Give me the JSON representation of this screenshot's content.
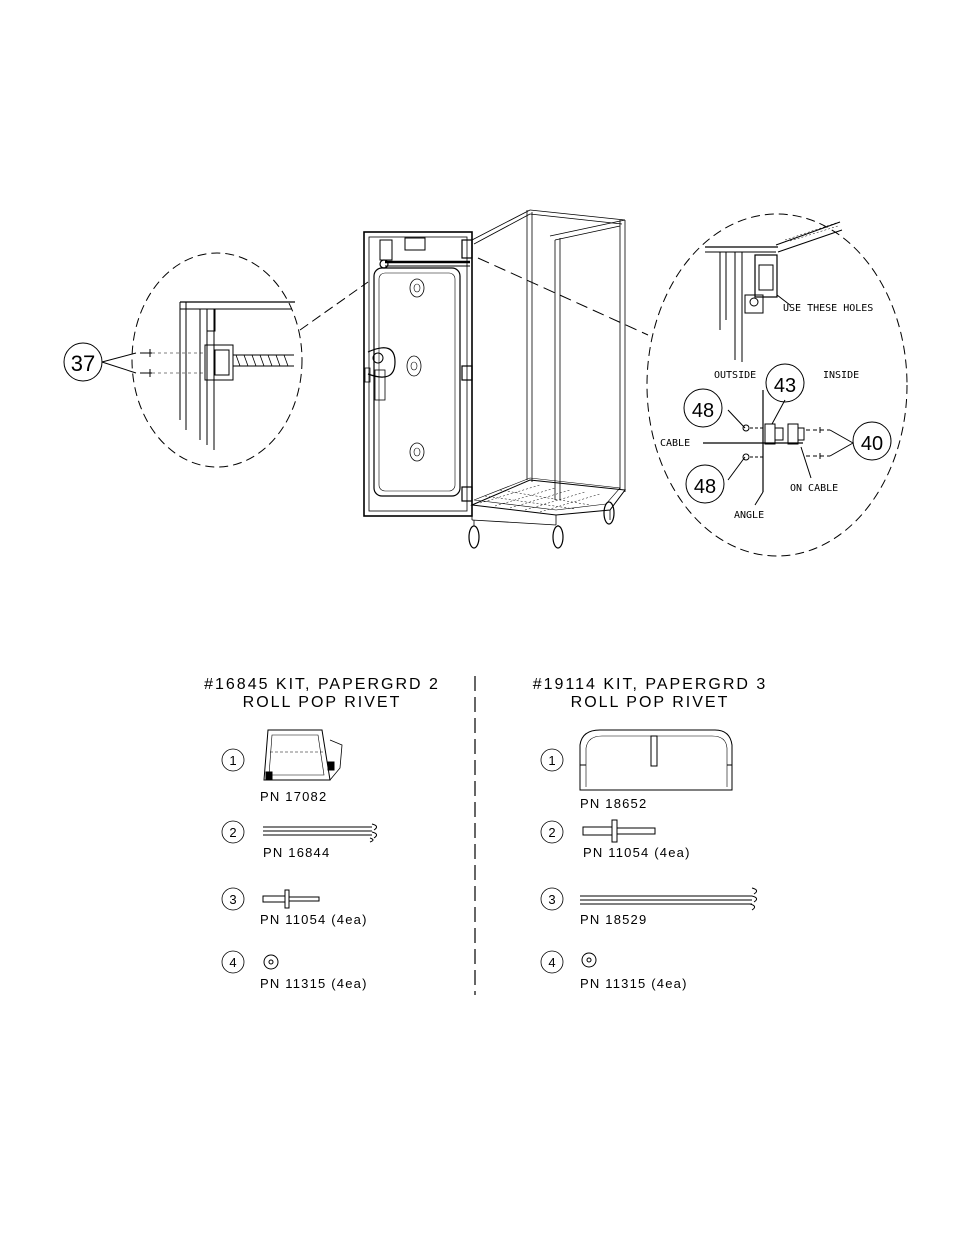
{
  "callouts": {
    "left_detail": "37",
    "right_top": "43",
    "right_washer_upper": "48",
    "right_washer_lower": "48",
    "right_rivet": "40"
  },
  "annotations": {
    "use_these_holes": "USE THESE HOLES",
    "outside": "OUTSIDE",
    "inside": "INSIDE",
    "cable": "CABLE",
    "on_cable": "ON CABLE",
    "angle": "ANGLE"
  },
  "kits": [
    {
      "title_line1": "#16845 KIT, PAPERGRD 2",
      "title_line2": "ROLL POP RIVET",
      "items": [
        {
          "number": "1",
          "pn": "PN 17082",
          "icon": "paper-guard-bracket-icon"
        },
        {
          "number": "2",
          "pn": "PN 16844",
          "icon": "cable-rod-icon"
        },
        {
          "number": "3",
          "pn": "PN 11054 (4ea)",
          "icon": "pop-rivet-icon"
        },
        {
          "number": "4",
          "pn": "PN 11315 (4ea)",
          "icon": "washer-icon"
        }
      ]
    },
    {
      "title_line1": "#19114 KIT, PAPERGRD 3",
      "title_line2": "ROLL POP RIVET",
      "items": [
        {
          "number": "1",
          "pn": "PN 18652",
          "icon": "paper-guard-bracket-icon"
        },
        {
          "number": "2",
          "pn": "PN 11054 (4ea)",
          "icon": "pop-rivet-icon"
        },
        {
          "number": "3",
          "pn": "PN 18529",
          "icon": "cable-rod-icon"
        },
        {
          "number": "4",
          "pn": "PN 11315 (4ea)",
          "icon": "washer-icon"
        }
      ]
    }
  ]
}
